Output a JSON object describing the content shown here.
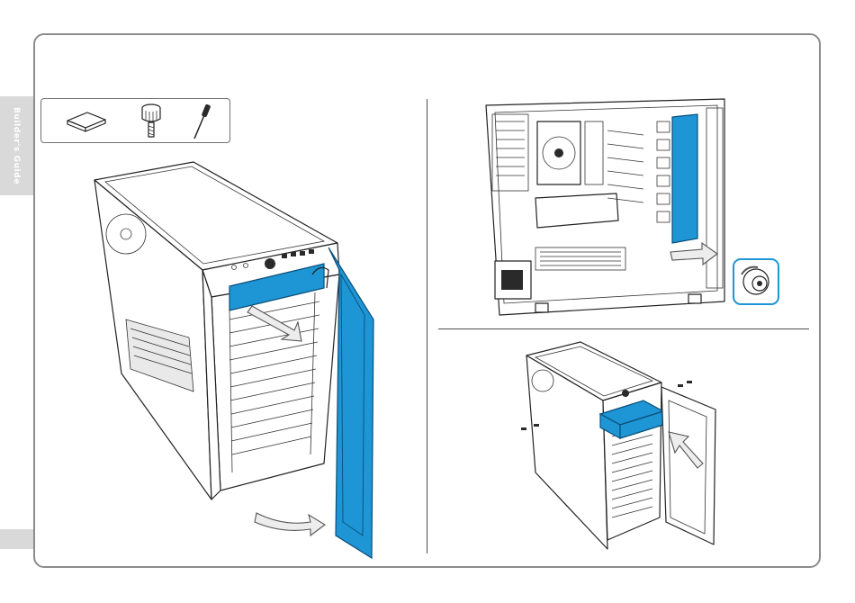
{
  "side_tab": {
    "label": "Builder's Guide"
  },
  "tools": {
    "items": [
      "drive-bay-icon",
      "thumbscrew-icon",
      "screwdriver-icon"
    ]
  },
  "colors": {
    "highlight": "#1e95d4",
    "frame_border": "#8c8c8c",
    "side_tab": "#d9d9d9"
  },
  "panels": {
    "left": "open-front-door-illustration",
    "top_right": "remove-side-panel-illustration",
    "bottom_right": "install-5-25-drive-illustration"
  }
}
